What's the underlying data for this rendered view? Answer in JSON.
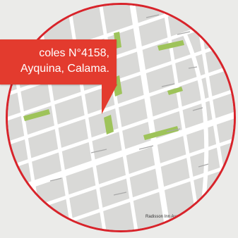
{
  "map": {
    "callout": {
      "line1": "coles N°4158,",
      "line2": "Ayquina, Calama."
    },
    "labels": {
      "area": "Radisson Inn Ayquina"
    },
    "colors": {
      "accent": "#e33b2e",
      "border": "#d8232a",
      "park": "#9ec35a",
      "block": "#d9d9d7",
      "street": "#ffffff"
    }
  }
}
